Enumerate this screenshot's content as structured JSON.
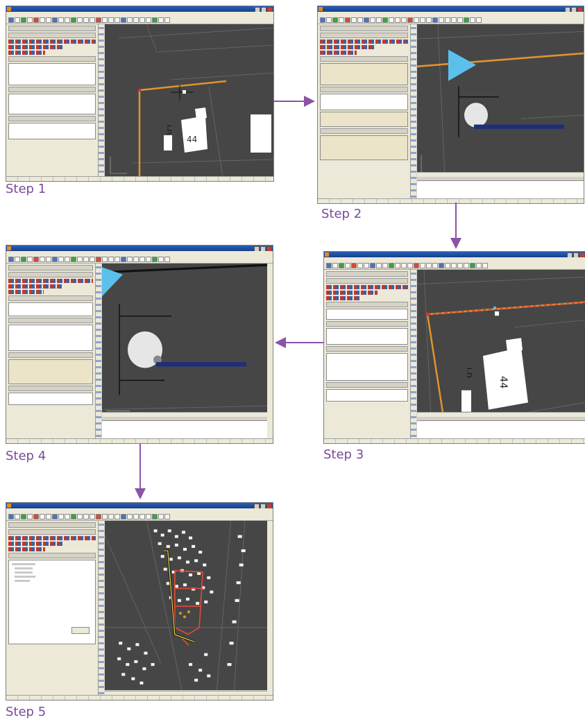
{
  "steps": [
    {
      "label": "Step 1"
    },
    {
      "label": "Step 2"
    },
    {
      "label": "Step 3"
    },
    {
      "label": "Step 4"
    },
    {
      "label": "Step 5"
    }
  ],
  "colors": {
    "step_label": "#7a4a9a",
    "arrow": "#8c53a6",
    "map_bg": "#464646",
    "conductor": "#e0942e",
    "duct_marker": "#5bc0eb",
    "trace_highlight": "#e14b3b",
    "selection_yellow": "#f0e04a"
  },
  "icons": [
    "app-icon",
    "arrow-right-icon",
    "arrow-down-icon",
    "arrow-left-icon"
  ]
}
